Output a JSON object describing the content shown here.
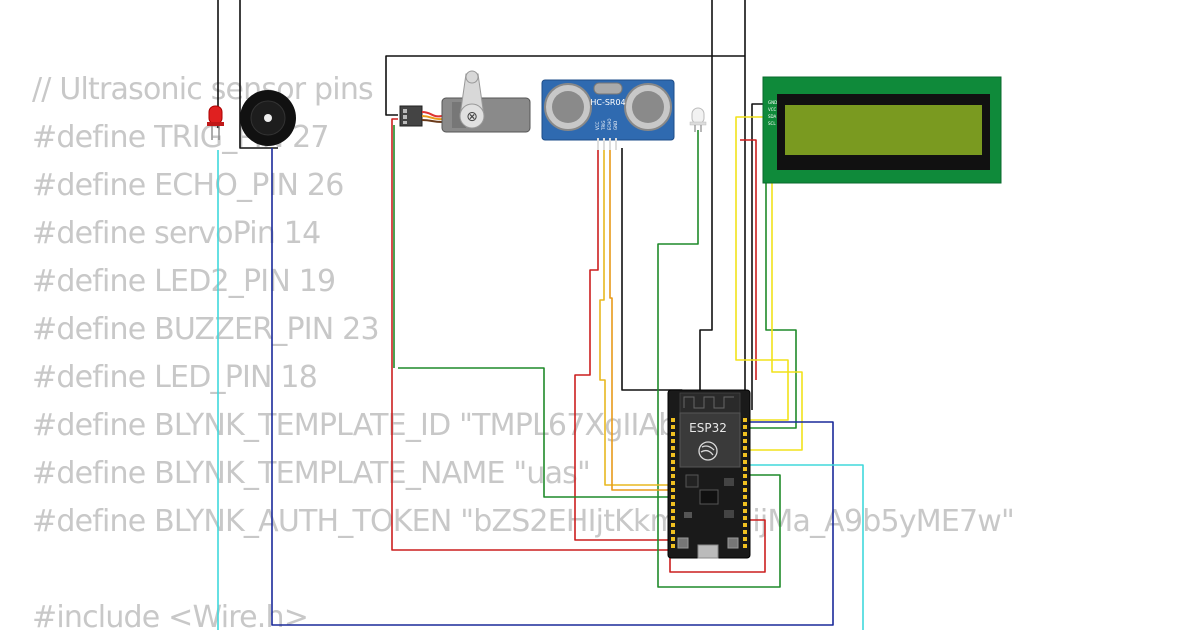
{
  "code_lines": [
    "// Ultrasonic sensor pins",
    "#define TRIG_PIN 27",
    "#define ECHO_PIN 26",
    "#define servoPin 14",
    "#define LED2_PIN 19",
    "#define BUZZER_PIN 23",
    "#define LED_PIN 18",
    "#define BLYNK_TEMPLATE_ID \"TMPL67XgIIAbU\"",
    "#define BLYNK_TEMPLATE_NAME \"uas\"",
    "#define BLYNK_AUTH_TOKEN \"bZS2EHIjtKkm2Ca1ijMa_A9b5yME7w\"",
    "",
    "#include <Wire.h>"
  ],
  "components": {
    "ultrasonic_label": "HC-SR04",
    "ultrasonic_pins": [
      "VCC",
      "TRIG",
      "ECHO",
      "GND"
    ],
    "esp32_label": "ESP32",
    "lcd_pins": [
      "GND",
      "VCC",
      "SDA",
      "SCL"
    ]
  },
  "colors": {
    "wire_black": "#111111",
    "wire_red": "#cc1f1f",
    "wire_green": "#1f8a2a",
    "wire_yellow": "#f2e21a",
    "wire_orange": "#e89a1a",
    "wire_blue": "#1a2a9a",
    "wire_cyan": "#40d8dc",
    "lcd_board": "#0f8a3a",
    "lcd_screen": "#7a9a20",
    "sensor_board": "#2f6ab0",
    "esp32_board": "#1a1a1a"
  }
}
